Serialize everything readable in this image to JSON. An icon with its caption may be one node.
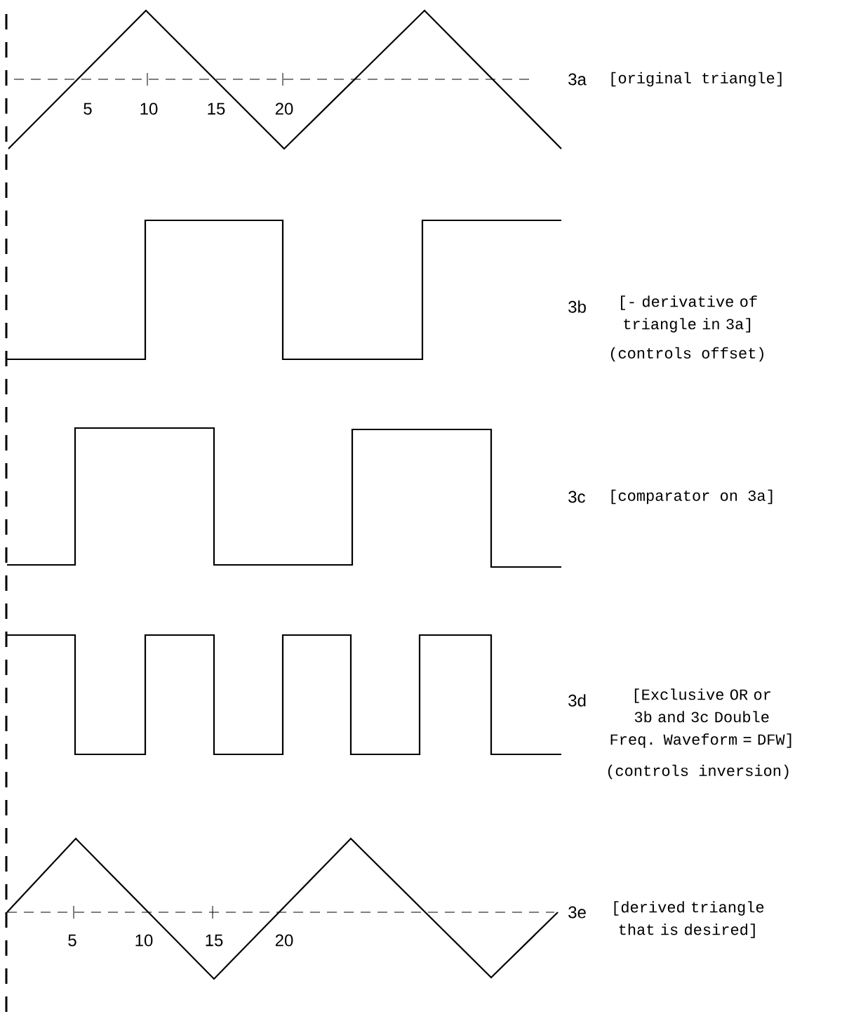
{
  "diagram": {
    "labels": [
      "5",
      "10",
      "15",
      "20",
      "3a",
      "[original triangle]",
      "3b",
      "[- derivative of triangle in 3a]",
      "(controls offset)",
      "3c",
      "[comparator on 3a]",
      "3d",
      "[Exclusive OR or 3b and 3c Double Freq. Waveform = DFW]",
      "(controls inversion)",
      "3e",
      "[derived triangle that is desired]",
      "5",
      "10",
      "15",
      "20"
    ]
  }
}
